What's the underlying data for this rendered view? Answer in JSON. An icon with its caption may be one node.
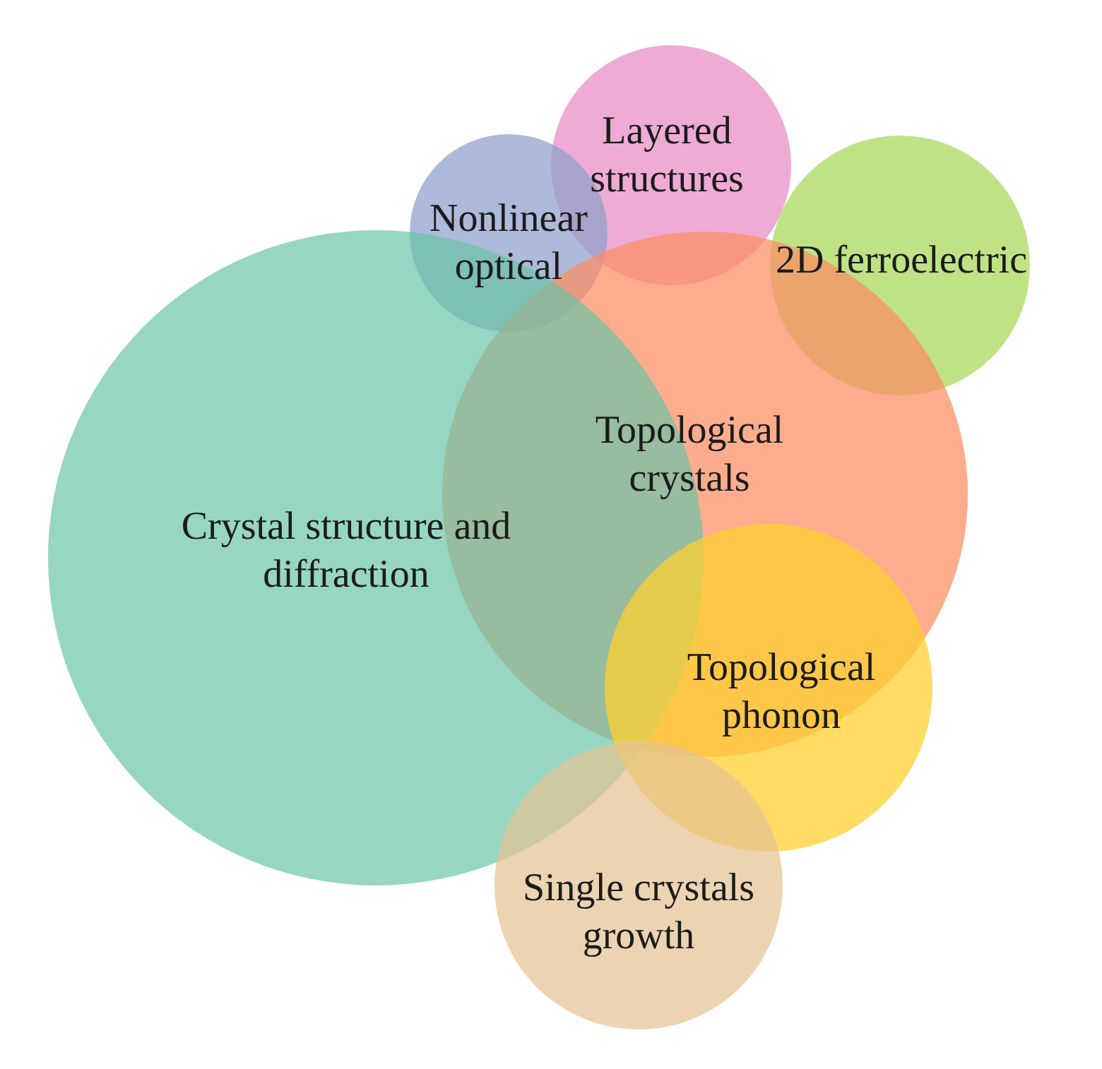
{
  "diagram": {
    "nodes": [
      {
        "text": [
          "Layered structures"
        ]
      },
      {
        "text": [
          "Nonlinear optical"
        ]
      },
      {
        "text": [
          "2D ferroelectric"
        ]
      },
      {
        "text": [
          "Topological crystals"
        ]
      },
      {
        "text": [
          "Crystal structure and diffraction"
        ]
      },
      {
        "text": [
          "Topological phonon"
        ]
      },
      {
        "text": [
          "Single crystals growth"
        ]
      }
    ]
  }
}
